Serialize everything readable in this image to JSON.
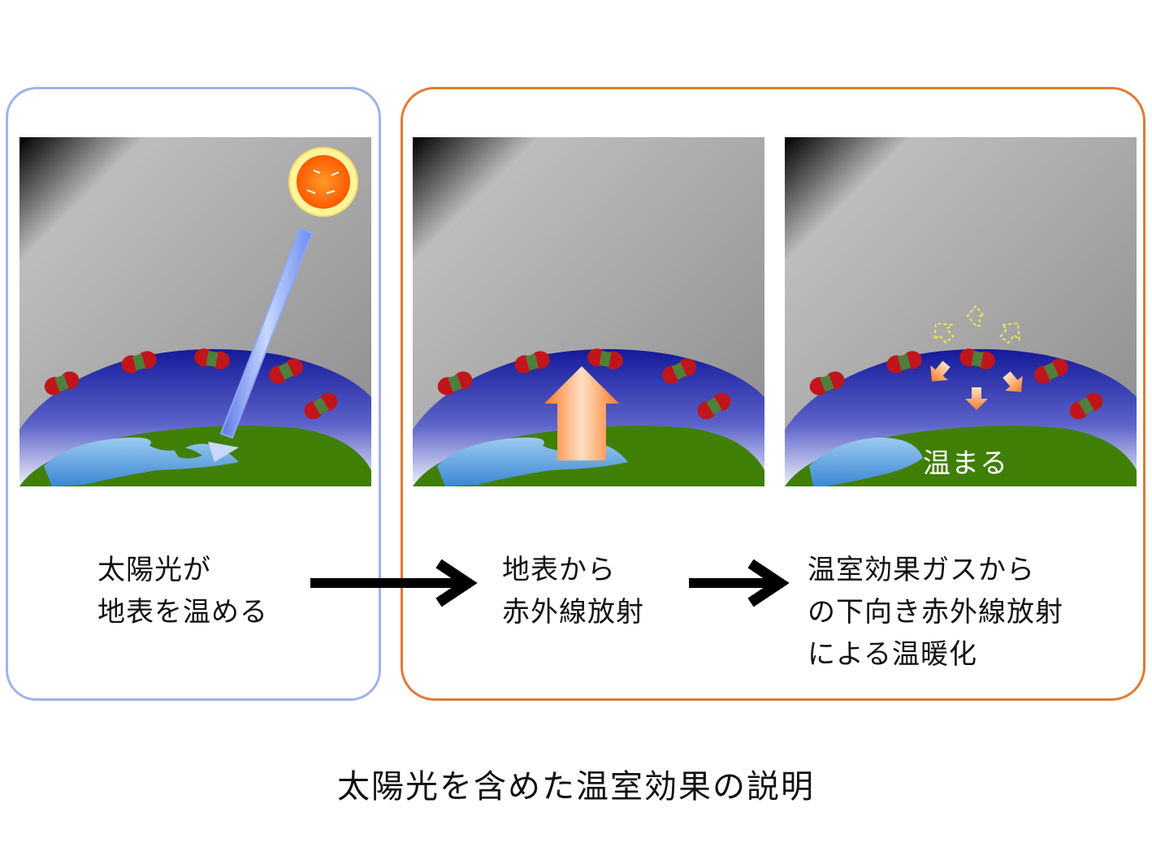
{
  "captions": {
    "step1": "太陽光が\n地表を温める",
    "step2": "地表から\n赤外線放射",
    "step3": "温室効果ガスから\nの下向き赤外線放射\nによる温暖化"
  },
  "panel3_label": "温まる",
  "title": "太陽光を含めた温室効果の説明",
  "colors": {
    "frame_left": "#9fb3e8",
    "frame_right": "#e07a35",
    "sky": "#a9a9a9",
    "atmosphere": "#1f2bb0",
    "land": "#3f7f06",
    "ocean": "#5aa4e0",
    "molecule_red": "#c0151b",
    "molecule_green": "#4f7f3a",
    "infrared_arrow": "#ff8a3d",
    "sun": "#ff6a00"
  },
  "icons": [
    "sun-icon",
    "sunlight-arrow-icon",
    "infrared-up-arrow-icon",
    "greenhouse-gas-molecule-icon",
    "outgoing-ir-arrow-icon",
    "downward-ir-arrow-icon"
  ]
}
